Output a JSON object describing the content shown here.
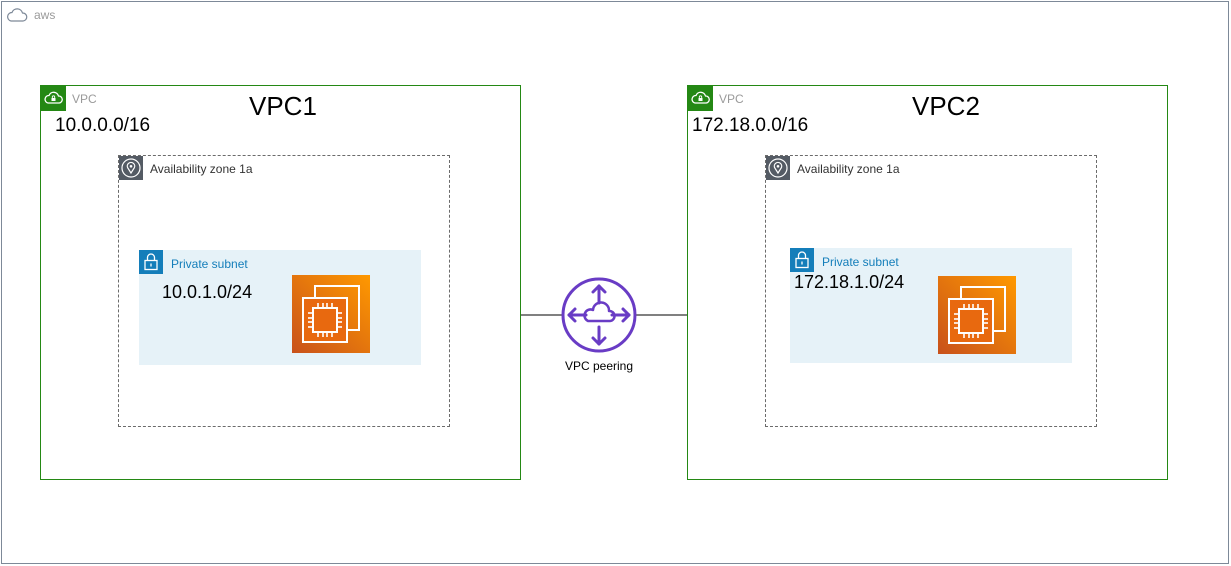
{
  "aws": {
    "label": "aws"
  },
  "vpcs": [
    {
      "tag": "VPC",
      "title": "VPC1",
      "cidr": "10.0.0.0/16",
      "az_label": "Availability zone 1a",
      "subnet_label": "Private subnet",
      "subnet_cidr": "10.0.1.0/24",
      "ec2_icon": "ec2-instance-icon"
    },
    {
      "tag": "VPC",
      "title": "VPC2",
      "cidr": "172.18.0.0/16",
      "az_label": "Availability zone 1a",
      "subnet_label": "Private subnet",
      "subnet_cidr": "172.18.1.0/24",
      "ec2_icon": "ec2-instance-icon"
    }
  ],
  "peering": {
    "label": "VPC peering",
    "icon": "vpc-peering-icon"
  },
  "colors": {
    "vpc_border": "#248814",
    "subnet_fill": "#e6f2f8",
    "subnet_accent": "#147eba",
    "ec2_orange_start": "#c8511b",
    "ec2_orange_end": "#ff9900",
    "peering_purple": "#693cc5"
  }
}
